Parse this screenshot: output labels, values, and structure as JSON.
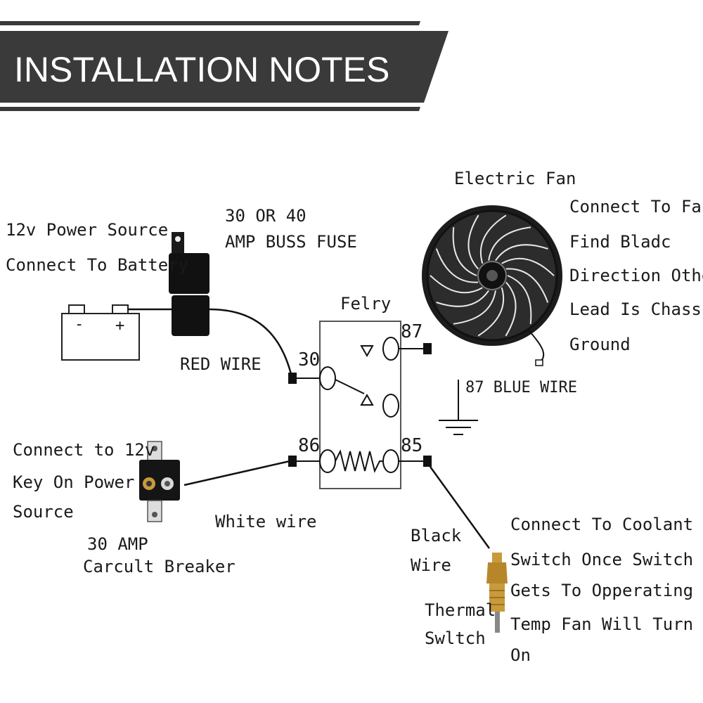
{
  "header": {
    "title": "INSTALLATION NOTES"
  },
  "labels": {
    "power_source": [
      "12v Power Source",
      "Connect To Battery"
    ],
    "fuse": [
      "30 OR 40",
      "AMP BUSS FUSE"
    ],
    "red_wire": "RED WIRE",
    "relay": "Felry",
    "electric_fan": "Electric Fan",
    "fan_note": [
      "Connect To Fan",
      "Find Bladc",
      "Direction Other",
      "Lead Is Chassis",
      "Ground"
    ],
    "blue_wire": "87 BLUE WIRE",
    "key_on": [
      "Connect to 12v",
      "Key On Power",
      "Source"
    ],
    "breaker": [
      "30 AMP",
      "Carcult Breaker"
    ],
    "white_wire": "White wire",
    "black_wire": [
      "Black",
      "Wire"
    ],
    "thermal_switch": [
      "Thermal",
      "Swltch"
    ],
    "coolant_note": [
      "Connect To Coolant",
      "Switch Once Switch",
      "Gets To Opperating",
      "Temp Fan Will Turn",
      "On"
    ]
  },
  "battery": {
    "minus": "-",
    "plus": "+"
  },
  "relay_pins": {
    "p30": "30",
    "p87": "87",
    "p86": "86",
    "p85": "85"
  },
  "colors": {
    "banner": "#3a3a3a",
    "ink": "#1a1a1a",
    "brass": "#c89a3a"
  }
}
